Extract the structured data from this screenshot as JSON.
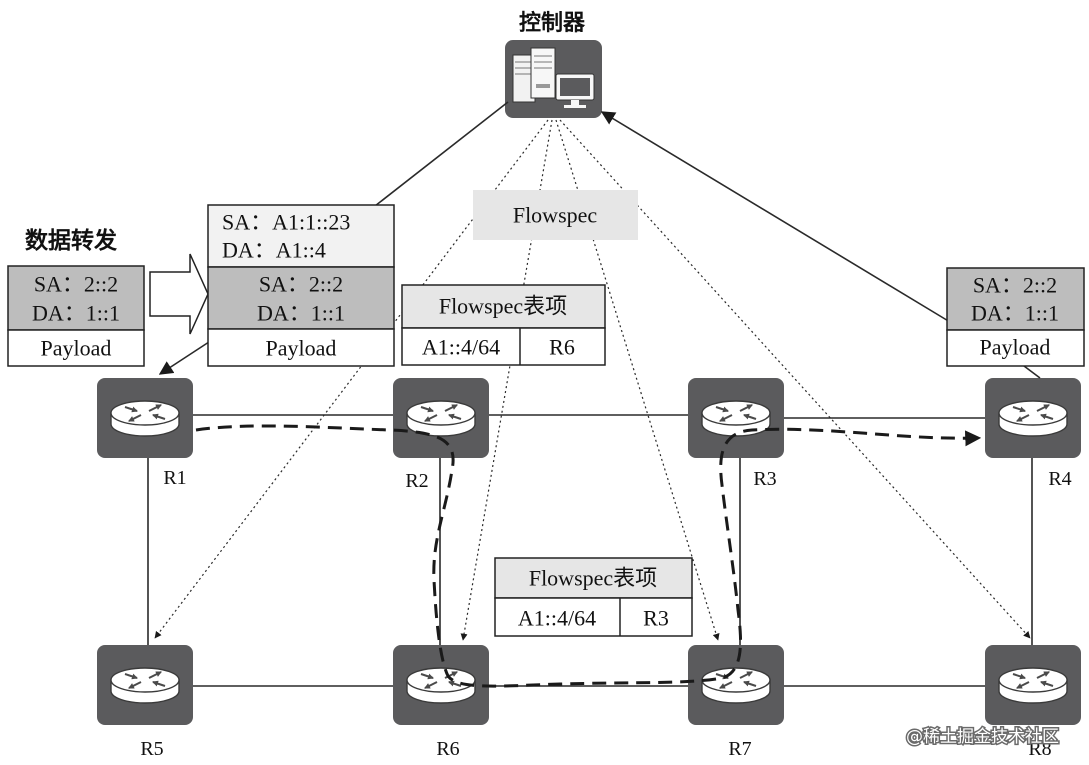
{
  "controller": {
    "title": "控制器",
    "icon": "controller-server-icon"
  },
  "flowspec_label": "Flowspec",
  "data_forwarding": {
    "title": "数据转发"
  },
  "packet_left": {
    "sa": "SA：2::2",
    "da": "DA：1::1",
    "payload": "Payload"
  },
  "packet_encapsulated": {
    "outer_sa": "SA：A1:1::23",
    "outer_da": "DA：A1::4",
    "inner_sa": "SA：2::2",
    "inner_da": "DA：1::1",
    "payload": "Payload"
  },
  "packet_right": {
    "sa": "SA：2::2",
    "da": "DA：1::1",
    "payload": "Payload"
  },
  "flowspec_table_upper": {
    "header": "Flowspec表项",
    "prefix": "A1::4/64",
    "next_hop": "R6"
  },
  "flowspec_table_lower": {
    "header": "Flowspec表项",
    "prefix": "A1::4/64",
    "next_hop": "R3"
  },
  "routers": [
    {
      "label": "R1",
      "icon": "router-icon"
    },
    {
      "label": "R2",
      "icon": "router-icon"
    },
    {
      "label": "R3",
      "icon": "router-icon"
    },
    {
      "label": "R4",
      "icon": "router-icon"
    },
    {
      "label": "R5",
      "icon": "router-icon"
    },
    {
      "label": "R6",
      "icon": "router-icon"
    },
    {
      "label": "R7",
      "icon": "router-icon"
    },
    {
      "label": "R8",
      "icon": "router-icon"
    }
  ],
  "watermark": "@稀土掘金技术社区",
  "colors": {
    "device": "#5b5b5d",
    "inner_header": "#bdbdbd",
    "outer_header": "#f2f2f2",
    "table_header": "#e6e6e6",
    "flowspec_label_bg": "#e6e6e6",
    "payload": "#ffffff"
  }
}
